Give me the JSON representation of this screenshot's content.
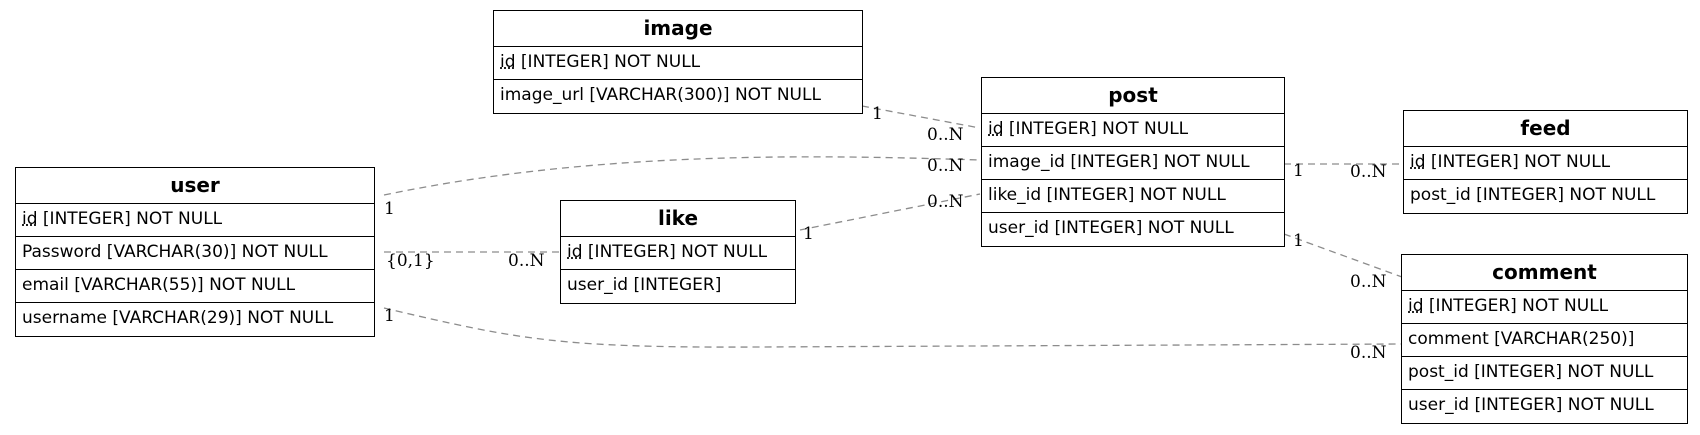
{
  "entities": {
    "image": {
      "title": "image",
      "rows": [
        {
          "pk": "id",
          "rest": " [INTEGER] NOT NULL"
        },
        {
          "pk": "",
          "rest": "image_url [VARCHAR(300)] NOT NULL"
        }
      ]
    },
    "post": {
      "title": "post",
      "rows": [
        {
          "pk": "id",
          "rest": " [INTEGER] NOT NULL"
        },
        {
          "pk": "",
          "rest": "image_id [INTEGER] NOT NULL"
        },
        {
          "pk": "",
          "rest": "like_id [INTEGER] NOT NULL"
        },
        {
          "pk": "",
          "rest": "user_id [INTEGER] NOT NULL"
        }
      ]
    },
    "feed": {
      "title": "feed",
      "rows": [
        {
          "pk": "id",
          "rest": " [INTEGER] NOT NULL"
        },
        {
          "pk": "",
          "rest": "post_id [INTEGER] NOT NULL"
        }
      ]
    },
    "user": {
      "title": "user",
      "rows": [
        {
          "pk": "id",
          "rest": " [INTEGER] NOT NULL"
        },
        {
          "pk": "",
          "rest": "Password [VARCHAR(30)] NOT NULL"
        },
        {
          "pk": "",
          "rest": "email [VARCHAR(55)] NOT NULL"
        },
        {
          "pk": "",
          "rest": "username [VARCHAR(29)] NOT NULL"
        }
      ]
    },
    "like": {
      "title": "like",
      "rows": [
        {
          "pk": "id",
          "rest": " [INTEGER] NOT NULL"
        },
        {
          "pk": "",
          "rest": "user_id [INTEGER]"
        }
      ]
    },
    "comment": {
      "title": "comment",
      "rows": [
        {
          "pk": "id",
          "rest": " [INTEGER] NOT NULL"
        },
        {
          "pk": "",
          "rest": "comment [VARCHAR(250)]"
        },
        {
          "pk": "",
          "rest": "post_id [INTEGER] NOT NULL"
        },
        {
          "pk": "",
          "rest": "user_id [INTEGER] NOT NULL"
        }
      ]
    }
  },
  "relationships": [
    {
      "from": "image",
      "to": "post",
      "from_card": "1",
      "to_card": "0..N"
    },
    {
      "from": "user",
      "to": "post",
      "from_card": "1",
      "to_card": "0..N"
    },
    {
      "from": "like",
      "to": "post",
      "from_card": "1",
      "to_card": "0..N"
    },
    {
      "from": "post",
      "to": "feed",
      "from_card": "1",
      "to_card": "0..N"
    },
    {
      "from": "post",
      "to": "comment",
      "from_card": "1",
      "to_card": "0..N"
    },
    {
      "from": "user",
      "to": "like",
      "from_card": "{0,1}",
      "to_card": "0..N"
    },
    {
      "from": "user",
      "to": "comment",
      "from_card": "1",
      "to_card": "0..N"
    }
  ],
  "colors": {
    "edge": "#8c8c8c",
    "border": "#000000"
  }
}
